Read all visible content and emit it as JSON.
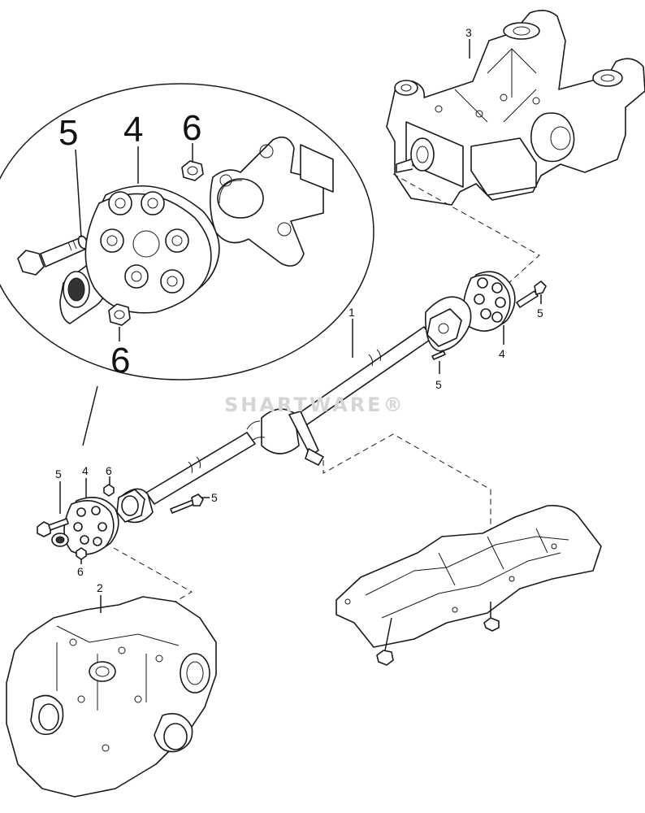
{
  "watermark": "SHARTWARE®",
  "callouts": {
    "detail_5": "5",
    "detail_4": "4",
    "detail_6_top": "6",
    "detail_6_bottom": "6",
    "label_1": "1",
    "label_2": "2",
    "label_3": "3",
    "rear_4": "4",
    "rear_5_bolt": "5",
    "rear_5_shaft": "5",
    "front_5_left": "5",
    "front_4": "4",
    "front_6_top": "6",
    "front_6_bottom": "6",
    "front_5_right": "5"
  }
}
